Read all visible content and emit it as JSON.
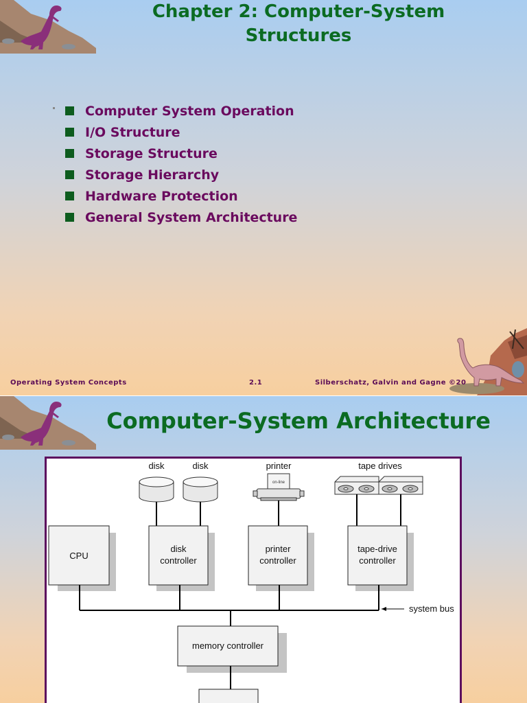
{
  "slide1": {
    "title_line1": "Chapter 2:  Computer-System",
    "title_line2": "Structures",
    "bullets": [
      "Computer System Operation",
      "I/O Structure",
      "Storage Structure",
      "Storage Hierarchy",
      "Hardware Protection",
      "General System Architecture"
    ],
    "footer": {
      "left": "Operating System Concepts",
      "center": "2.1",
      "right": "Silberschatz, Galvin and  Gagne ©20"
    }
  },
  "slide2": {
    "title": "Computer-System Architecture",
    "diagram": {
      "device_labels": [
        "disk",
        "disk",
        "printer",
        "tape drives"
      ],
      "printer_panel": "on-line",
      "cpu": "CPU",
      "disk_controller": [
        "disk",
        "controller"
      ],
      "printer_controller": [
        "printer",
        "controller"
      ],
      "tape_controller": [
        "tape-drive",
        "controller"
      ],
      "bus_label": "system bus",
      "memory_controller": "memory controller"
    }
  },
  "colors": {
    "title_green": "#0b6b22",
    "bullet_text_purple": "#6a0a5e",
    "bullet_square_green": "#0d5c1e",
    "frame_purple": "#5c0c5e"
  }
}
